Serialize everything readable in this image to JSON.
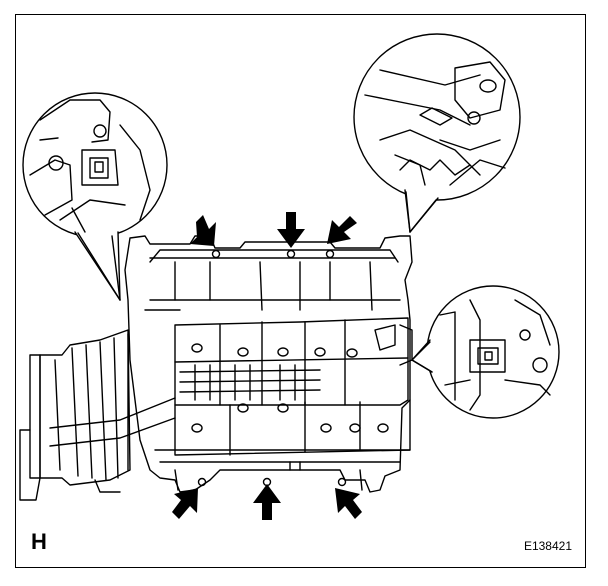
{
  "figure": {
    "view_letter": "H",
    "figure_id": "E138421"
  },
  "colors": {
    "line": "#000000",
    "background": "#ffffff",
    "arrow_fill": "#000000"
  },
  "icons": {
    "fastener_arrow": "arrow-icon",
    "detail_callout": "magnifier-circle"
  }
}
